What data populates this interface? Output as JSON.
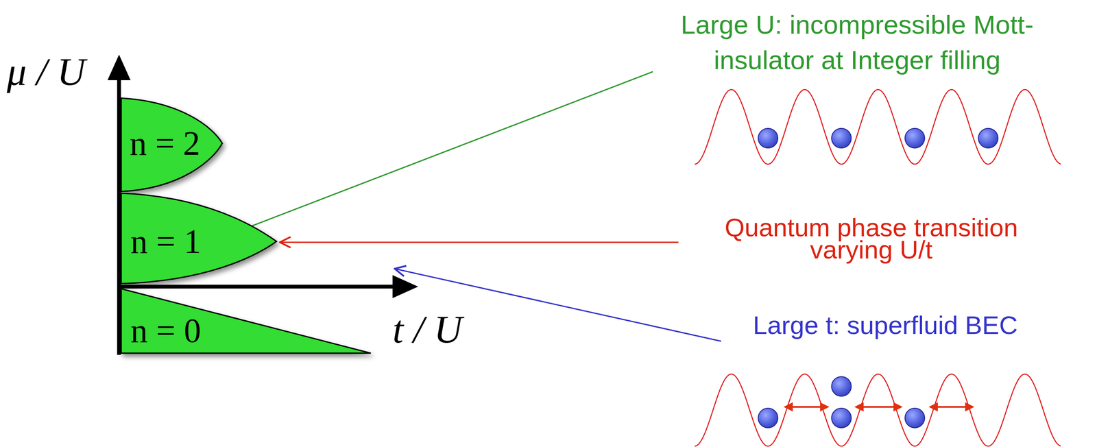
{
  "diagram": {
    "nodes": [
      {
        "text": [
          "n = 2"
        ]
      },
      {
        "text": [
          "n = 1"
        ]
      },
      {
        "text": [
          "n = 0"
        ]
      }
    ],
    "labels": [
      "μ / U",
      "t / U",
      "Large U: incompressible Mott-insulator at Integer filling",
      "Quantum phase transition varying U/t",
      "Large t: superfluid BEC"
    ]
  }
}
